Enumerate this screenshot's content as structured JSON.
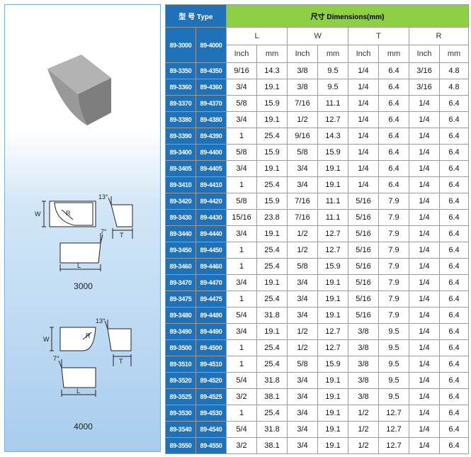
{
  "header": {
    "type_cn": "型 号",
    "type_en": "Type",
    "dim_cn": "尺寸",
    "dim_en": "Dimensions(mm)",
    "series_a": "89-3000",
    "series_b": "89-4000"
  },
  "dimension_groups": [
    "L",
    "W",
    "T",
    "R"
  ],
  "unit_headers": [
    "Inch",
    "mm",
    "Inch",
    "mm",
    "Inch",
    "mm",
    "Inch",
    "mm"
  ],
  "rows": [
    [
      "89-3350",
      "89-4350",
      "9/16",
      "14.3",
      "3/8",
      "9.5",
      "1/4",
      "6.4",
      "3/16",
      "4.8"
    ],
    [
      "89-3360",
      "89-4360",
      "3/4",
      "19.1",
      "3/8",
      "9.5",
      "1/4",
      "6.4",
      "3/16",
      "4.8"
    ],
    [
      "89-3370",
      "89-4370",
      "5/8",
      "15.9",
      "7/16",
      "11.1",
      "1/4",
      "6.4",
      "1/4",
      "6.4"
    ],
    [
      "89-3380",
      "89-4380",
      "3/4",
      "19.1",
      "1/2",
      "12.7",
      "1/4",
      "6.4",
      "1/4",
      "6.4"
    ],
    [
      "89-3390",
      "89-4390",
      "1",
      "25.4",
      "9/16",
      "14.3",
      "1/4",
      "6.4",
      "1/4",
      "6.4"
    ],
    [
      "89-3400",
      "89-4400",
      "5/8",
      "15.9",
      "5/8",
      "15.9",
      "1/4",
      "6.4",
      "1/4",
      "6.4"
    ],
    [
      "89-3405",
      "89-4405",
      "3/4",
      "19.1",
      "3/4",
      "19.1",
      "1/4",
      "6.4",
      "1/4",
      "6.4"
    ],
    [
      "89-3410",
      "89-4410",
      "1",
      "25.4",
      "3/4",
      "19.1",
      "1/4",
      "6.4",
      "1/4",
      "6.4"
    ],
    [
      "89-3420",
      "89-4420",
      "5/8",
      "15.9",
      "7/16",
      "11.1",
      "5/16",
      "7.9",
      "1/4",
      "6.4"
    ],
    [
      "89-3430",
      "89-4430",
      "15/16",
      "23.8",
      "7/16",
      "11.1",
      "5/16",
      "7.9",
      "1/4",
      "6.4"
    ],
    [
      "89-3440",
      "89-4440",
      "3/4",
      "19.1",
      "1/2",
      "12.7",
      "5/16",
      "7.9",
      "1/4",
      "6.4"
    ],
    [
      "89-3450",
      "89-4450",
      "1",
      "25.4",
      "1/2",
      "12.7",
      "5/16",
      "7.9",
      "1/4",
      "6.4"
    ],
    [
      "89-3460",
      "89-4460",
      "1",
      "25.4",
      "5/8",
      "15.9",
      "5/16",
      "7.9",
      "1/4",
      "6.4"
    ],
    [
      "89-3470",
      "89-4470",
      "3/4",
      "19.1",
      "3/4",
      "19.1",
      "5/16",
      "7.9",
      "1/4",
      "6.4"
    ],
    [
      "89-3475",
      "89-4475",
      "1",
      "25.4",
      "3/4",
      "19.1",
      "5/16",
      "7.9",
      "1/4",
      "6.4"
    ],
    [
      "89-3480",
      "89-4480",
      "5/4",
      "31.8",
      "3/4",
      "19.1",
      "5/16",
      "7.9",
      "1/4",
      "6.4"
    ],
    [
      "89-3490",
      "89-4490",
      "3/4",
      "19.1",
      "1/2",
      "12.7",
      "3/8",
      "9.5",
      "1/4",
      "6.4"
    ],
    [
      "89-3500",
      "89-4500",
      "1",
      "25.4",
      "1/2",
      "12.7",
      "3/8",
      "9.5",
      "1/4",
      "6.4"
    ],
    [
      "89-3510",
      "89-4510",
      "1",
      "25.4",
      "5/8",
      "15.9",
      "3/8",
      "9.5",
      "1/4",
      "6.4"
    ],
    [
      "89-3520",
      "89-4520",
      "5/4",
      "31.8",
      "3/4",
      "19.1",
      "3/8",
      "9.5",
      "1/4",
      "6.4"
    ],
    [
      "89-3525",
      "89-4525",
      "3/2",
      "38.1",
      "3/4",
      "19.1",
      "3/8",
      "9.5",
      "1/4",
      "6.4"
    ],
    [
      "89-3530",
      "89-4530",
      "1",
      "25.4",
      "3/4",
      "19.1",
      "1/2",
      "12.7",
      "1/4",
      "6.4"
    ],
    [
      "89-3540",
      "89-4540",
      "5/4",
      "31.8",
      "3/4",
      "19.1",
      "1/2",
      "12.7",
      "1/4",
      "6.4"
    ],
    [
      "89-3550",
      "89-4550",
      "3/2",
      "38.1",
      "3/4",
      "19.1",
      "1/2",
      "12.7",
      "1/4",
      "6.4"
    ]
  ],
  "drawings": {
    "style_3000": {
      "caption": "3000",
      "label_w": "W",
      "label_r": "R",
      "label_l": "L",
      "label_t": "T",
      "angle_top": "13°",
      "angle_side": "7°"
    },
    "style_4000": {
      "caption": "4000",
      "label_w": "W",
      "label_r": "R",
      "label_l": "L",
      "label_t": "T",
      "angle_top": "13°",
      "angle_side": "7°"
    }
  },
  "colors": {
    "model_bg": "#1f72b8",
    "dim_header_bg": "#8fcf45",
    "panel_border": "#7fb1dd",
    "tip_gray": "#8a8a8a"
  }
}
